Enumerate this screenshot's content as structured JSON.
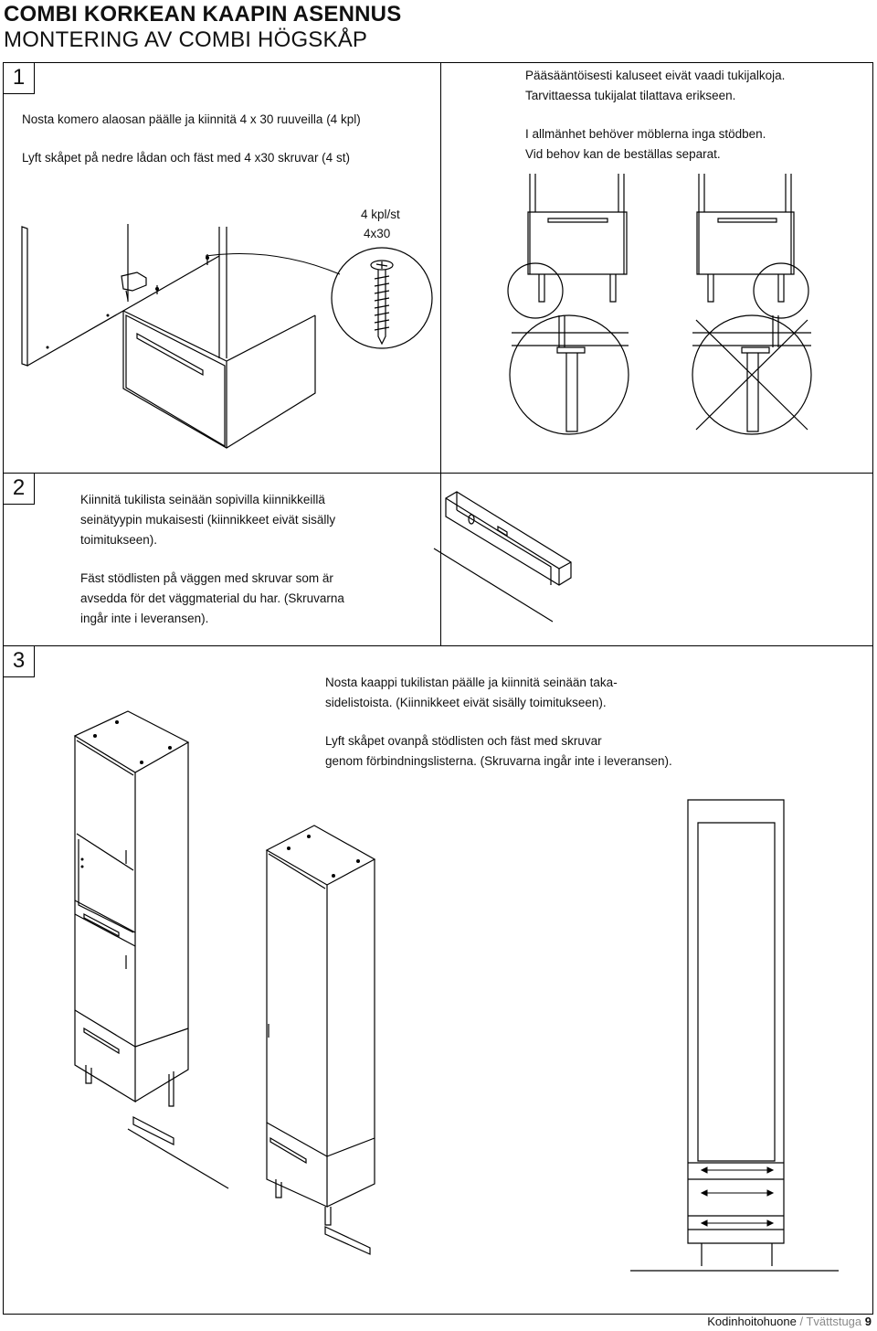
{
  "header": {
    "title_fi": "COMBI KORKEAN KAAPIN ASENNUS",
    "title_sv": "MONTERING AV COMBI HÖGSKÅP"
  },
  "step1": {
    "number": "1",
    "text_fi": "Nosta komero alaosan päälle ja kiinnitä 4 x 30 ruuveilla (4 kpl)",
    "text_sv": "Lyft skåpet på nedre lådan och fäst med 4 x30 skruvar (4 st)",
    "note_fi_1": "Pääsääntöisesti kaluseet eivät vaadi tukijalkoja.",
    "note_fi_2": "Tarvittaessa tukijalat tilattava erikseen.",
    "note_sv_1": "I allmänhet behöver möblerna inga stödben.",
    "note_sv_2": "Vid behov kan de beställas separat.",
    "screw_qty": "4 kpl/st",
    "screw_size": "4x30"
  },
  "step2": {
    "number": "2",
    "text_fi_1": "Kiinnitä tukilista seinään sopivilla kiinnikkeillä",
    "text_fi_2": "seinätyypin mukaisesti (kiinnikkeet eivät sisälly",
    "text_fi_3": "toimitukseen).",
    "text_sv_1": "Fäst stödlisten på väggen med skruvar som är",
    "text_sv_2": "avsedda för det väggmaterial du har. (Skruvarna",
    "text_sv_3": "ingår inte i leveransen)."
  },
  "step3": {
    "number": "3",
    "text_fi_1": "Nosta kaappi tukilistan päälle ja kiinnitä seinään taka-",
    "text_fi_2": "sidelistoista. (Kiinnikkeet eivät sisälly toimitukseen).",
    "text_sv_1": "Lyft skåpet ovanpå stödlisten och fäst med skruvar",
    "text_sv_2": "genom förbindningslisterna. (Skruvarna ingår inte i leveransen)."
  },
  "footer": {
    "category": "Kodinhoitohuone",
    "separator": " / ",
    "category_sv": "Tvättstuga",
    "page": "9"
  }
}
